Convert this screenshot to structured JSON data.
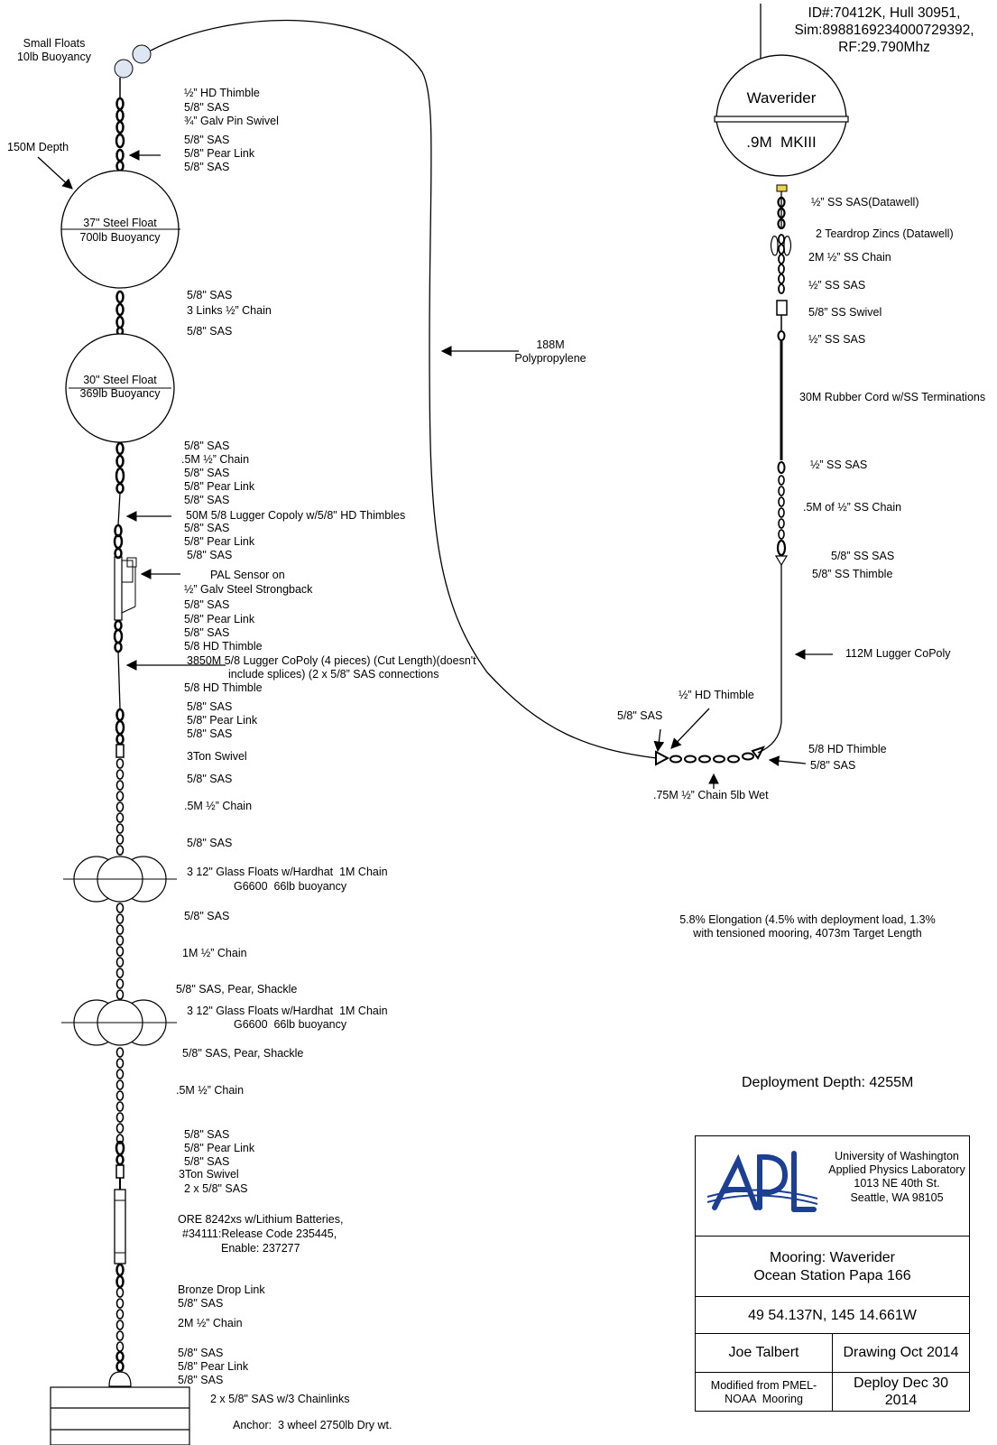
{
  "header": {
    "id_line1": "ID#:70412K, Hull 30951,",
    "id_line2": "Sim:8988169234000729392,",
    "id_line3": "RF:29.790Mhz"
  },
  "buoy": {
    "name": "Waverider",
    "model": ".9M  MKIII"
  },
  "floats": {
    "small_1": "Small Floats",
    "small_2": "10lb Buoyancy",
    "depth": "150M Depth",
    "steel37_1": "37\" Steel Float",
    "steel37_2": "700lb Buoyancy",
    "steel30_1": "30\" Steel Float",
    "steel30_2": "369lb Buoyancy"
  },
  "left": {
    "l1": "½” HD Thimble",
    "l2": "5/8\" SAS",
    "l3": "¾” Galv Pin Swivel",
    "l4": "5/8\" SAS",
    "l5": "5/8\" Pear Link",
    "l6": "5/8\" SAS",
    "l7": "5/8\" SAS",
    "l8": "3 Links ½” Chain",
    "l9": "5/8\" SAS",
    "l10": "5/8\" SAS",
    "l11": ".5M ½” Chain",
    "l12": "5/8\" SAS",
    "l13": "5/8\" Pear Link",
    "l14": "5/8\" SAS",
    "l15": "50M 5/8 Lugger Copoly w/5/8\" HD Thimbles",
    "l16": "5/8\" SAS",
    "l17": "5/8\" Pear Link",
    "l18": "5/8\" SAS",
    "l19": "PAL Sensor on",
    "l20": "½” Galv Steel Strongback",
    "l21": "5/8\" SAS",
    "l22": "5/8\" Pear Link",
    "l23": "5/8\" SAS",
    "l24": "5/8 HD Thimble",
    "l25": "3850M 5/8 Lugger CoPoly (4 pieces) (Cut Length)(doesn't",
    "l26": "include splices) (2 x 5/8” SAS connections",
    "l27": "5/8 HD Thimble",
    "l28": "5/8\" SAS",
    "l29": "5/8\" Pear Link",
    "l30": "5/8\" SAS",
    "l31": "3Ton Swivel",
    "l32": "5/8\" SAS",
    "l33": ".5M ½” Chain",
    "l34": "5/8\" SAS",
    "l35": "3 12\" Glass Floats w/Hardhat  1M Chain",
    "l36": "G6600  66lb buoyancy",
    "l37": "5/8\" SAS",
    "l38": "1M ½” Chain",
    "l39": "5/8\" SAS, Pear, Shackle",
    "l40": "3 12\" Glass Floats w/Hardhat  1M Chain",
    "l41": "G6600  66lb buoyancy",
    "l42": "5/8\" SAS, Pear, Shackle",
    "l43": ".5M ½” Chain",
    "l44": "5/8\" SAS",
    "l45": "5/8\" Pear Link",
    "l46": "5/8\" SAS",
    "l47": "3Ton Swivel",
    "l48": "2 x 5/8\" SAS",
    "l49": "ORE 8242xs w/Lithium Batteries,",
    "l50": "#34111:Release Code 235445,",
    "l51": "Enable: 237277",
    "l52": "Bronze Drop Link",
    "l53": "5/8\" SAS",
    "l54": "2M ½” Chain",
    "l55": "5/8\" SAS",
    "l56": "5/8\" Pear Link",
    "l57": "5/8\" SAS",
    "l58": "2 x 5/8\" SAS w/3 Chainlinks",
    "l59": "Anchor:  3 wheel 2750lb Dry wt."
  },
  "middle": {
    "m1": "188M",
    "m2": "Polypropylene"
  },
  "right": {
    "r1": "½” SS SAS(Datawell)",
    "r2": "2 Teardrop Zincs (Datawell)",
    "r3": "2M ½” SS Chain",
    "r4": "½” SS SAS",
    "r5": "5/8” SS Swivel",
    "r6": "½” SS SAS",
    "r7": "30M Rubber Cord w/SS Terminations",
    "r8": "½” SS SAS",
    "r9": ".5M of ½” SS Chain",
    "r10": "5/8” SS SAS",
    "r11": "5/8” SS Thimble",
    "r12": "112M Lugger CoPoly",
    "r13": "½” HD Thimble",
    "r14": "5/8\" SAS",
    "r15": "5/8 HD Thimble",
    "r16": "5/8\" SAS",
    "r17": ".75M ½” Chain 5lb Wet"
  },
  "notes": {
    "elong1": "5.8% Elongation (4.5% with deployment load, 1.3%",
    "elong2": "with tensioned mooring, 4073m Target Length",
    "depth": "Deployment Depth: 4255M"
  },
  "titleblock": {
    "org1": "University of Washington",
    "org2": "Applied Physics Laboratory",
    "org3": "1013 NE 40th St.",
    "org4": "Seattle, WA 98105",
    "mooring1": "Mooring: Waverider",
    "mooring2": "Ocean Station Papa 166",
    "position": "49 54.137N, 145 14.661W",
    "author": "Joe Talbert",
    "drawing": "Drawing Oct 2014",
    "modified1": "Modified from PMEL-",
    "modified2": "NOAA  Mooring",
    "deploy1": "Deploy Dec 30",
    "deploy2": "2014",
    "logo_text": "APL",
    "logo_color": "#1c3f94"
  }
}
